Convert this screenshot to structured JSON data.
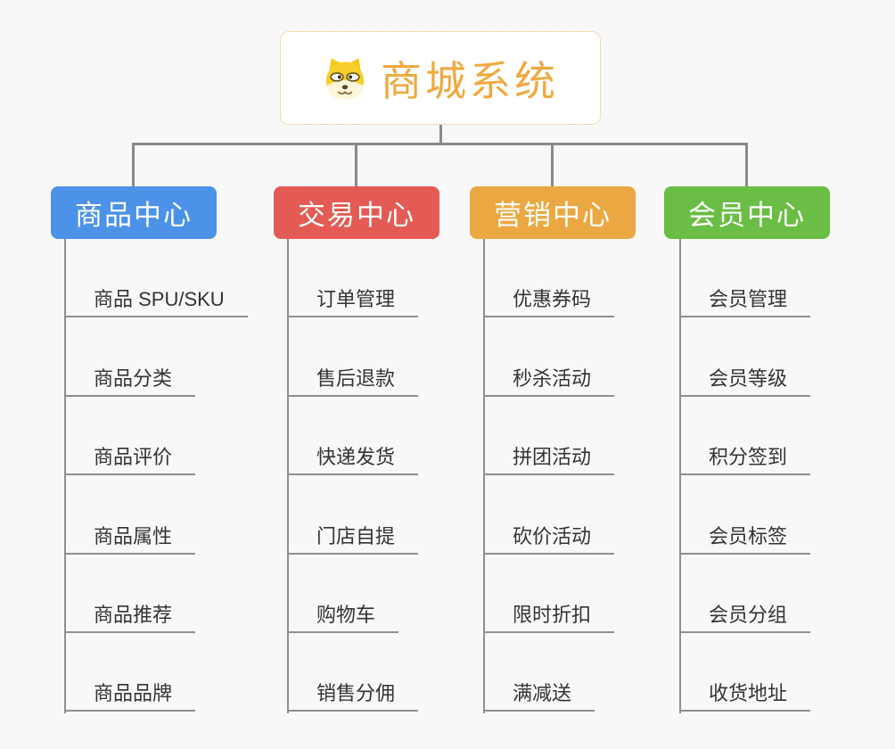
{
  "canvas": {
    "background": "#f8f8f8",
    "connector_color": "#8a8a8a",
    "leaf_line_color": "#8f8f8f"
  },
  "root": {
    "title": "商城系统",
    "icon": "dog-face-icon",
    "title_color": "#f0a93f",
    "border_color": "#ecb45e",
    "background": "#ffffff"
  },
  "branches": [
    {
      "label": "商品中心",
      "color": "#4b92e8",
      "children": [
        "商品 SPU/SKU",
        "商品分类",
        "商品评价",
        "商品属性",
        "商品推荐",
        "商品品牌"
      ]
    },
    {
      "label": "交易中心",
      "color": "#e45b55",
      "children": [
        "订单管理",
        "售后退款",
        "快递发货",
        "门店自提",
        "购物车",
        "销售分佣"
      ]
    },
    {
      "label": "营销中心",
      "color": "#ebа842",
      "children": [
        "优惠券码",
        "秒杀活动",
        "拼团活动",
        "砍价活动",
        "限时折扣",
        "满减送"
      ]
    },
    {
      "label": "会员中心",
      "color": "#6abd45",
      "children": [
        "会员管理",
        "会员等级",
        "积分签到",
        "会员标签",
        "会员分组",
        "收货地址"
      ]
    }
  ]
}
